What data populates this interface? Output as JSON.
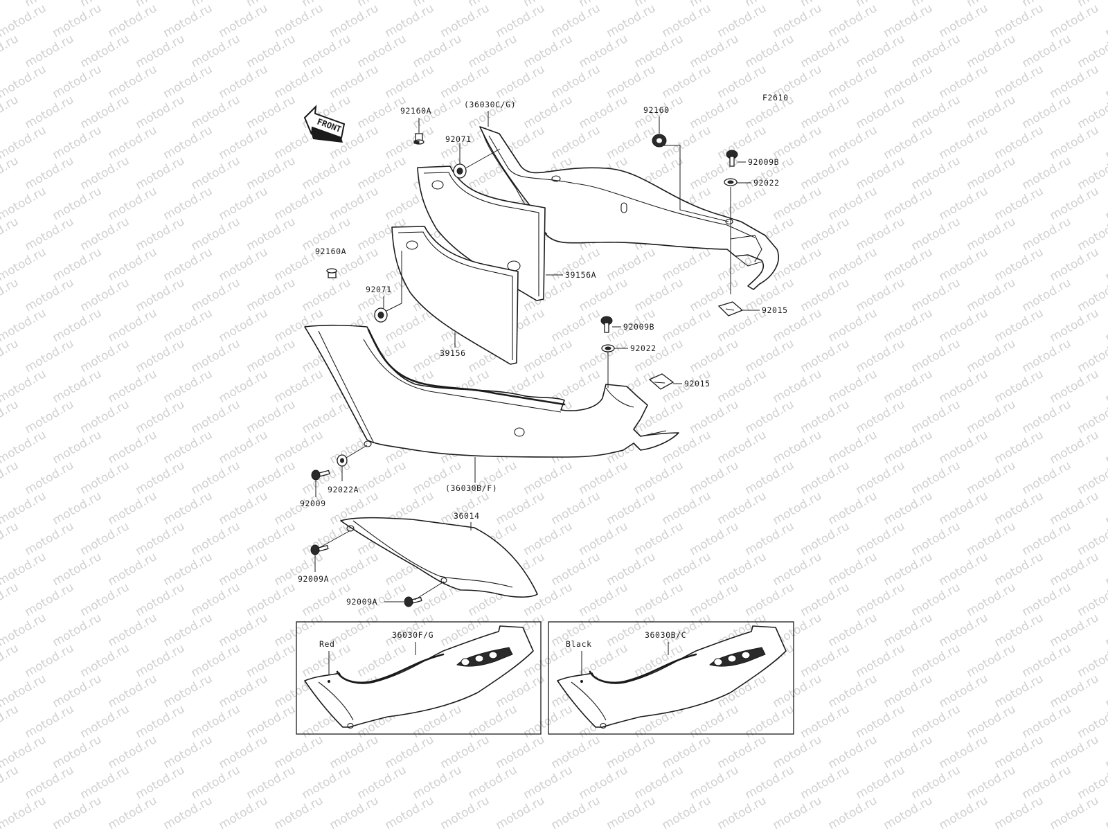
{
  "watermark": "motod.ru",
  "figure_code": "F2610",
  "front_arrow": "FRONT",
  "parts": {
    "p92160A_top": "92160A",
    "p36030CG": "(36030C/G)",
    "p92071_top": "92071",
    "p92160": "92160",
    "p92009B_top": "92009B",
    "p92022_top": "92022",
    "p92160A_left": "92160A",
    "p39156A": "39156A",
    "p92071_left": "92071",
    "p92015_right": "92015",
    "p92009B_mid": "92009B",
    "p92022_mid": "92022",
    "p39156": "39156",
    "p92015_mid": "92015",
    "p36030BF": "(36030B/F)",
    "p92009": "92009",
    "p92022A": "92022A",
    "p36014": "36014",
    "p92009A_left": "92009A",
    "p92009A_bottom": "92009A"
  },
  "variants": [
    {
      "color": "Red",
      "part": "36030F/G"
    },
    {
      "color": "Black",
      "part": "36030B/C"
    }
  ]
}
